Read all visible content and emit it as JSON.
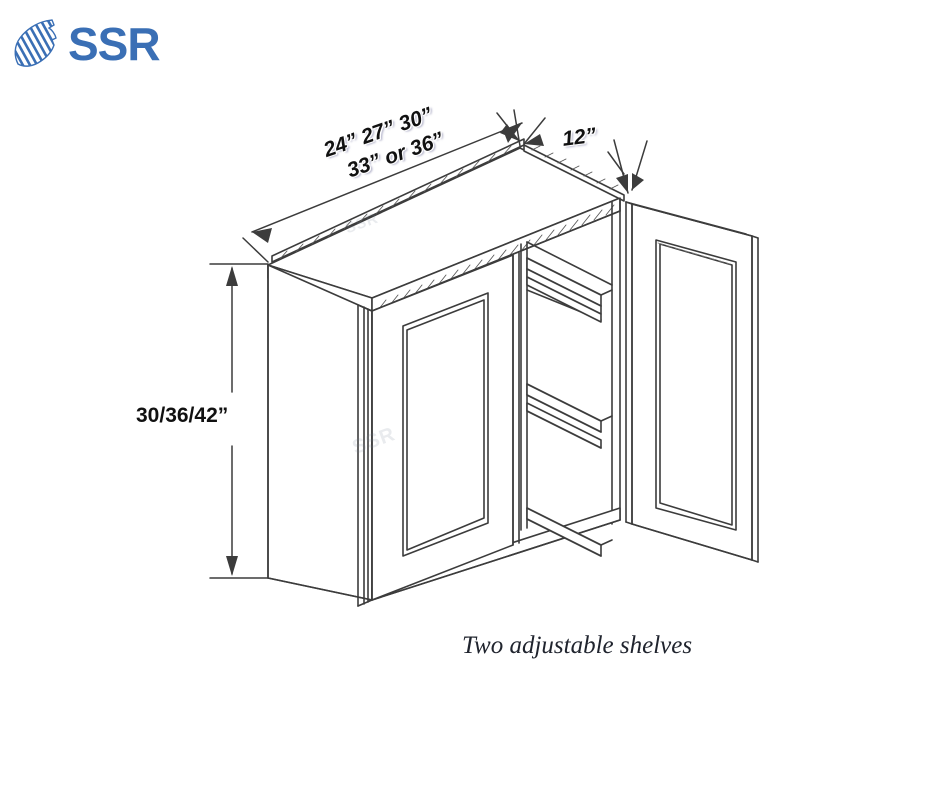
{
  "brand": {
    "name": "SSR",
    "logo_icon": "horse-head-striped-icon",
    "color": "#3a6fb5"
  },
  "drawing": {
    "title": "Wall Cabinet Isometric Spec Drawing",
    "product_type": "wall-cabinet-two-door",
    "line_color": "#3c3c3c",
    "fill_color": "#ffffff",
    "caption": "Two adjustable shelves",
    "watermark_text": "SSR"
  },
  "dimensions": {
    "width_label_line1": "24” 27” 30”",
    "width_label_line2": "33” or 36”",
    "depth_label": "12”",
    "height_label": "30/36/42”"
  },
  "features": {
    "shelf_count": 2,
    "shelves_note": "Two adjustable shelves",
    "door_count": 2,
    "door_style": "shaker-recessed-panel",
    "right_door_state": "open"
  }
}
